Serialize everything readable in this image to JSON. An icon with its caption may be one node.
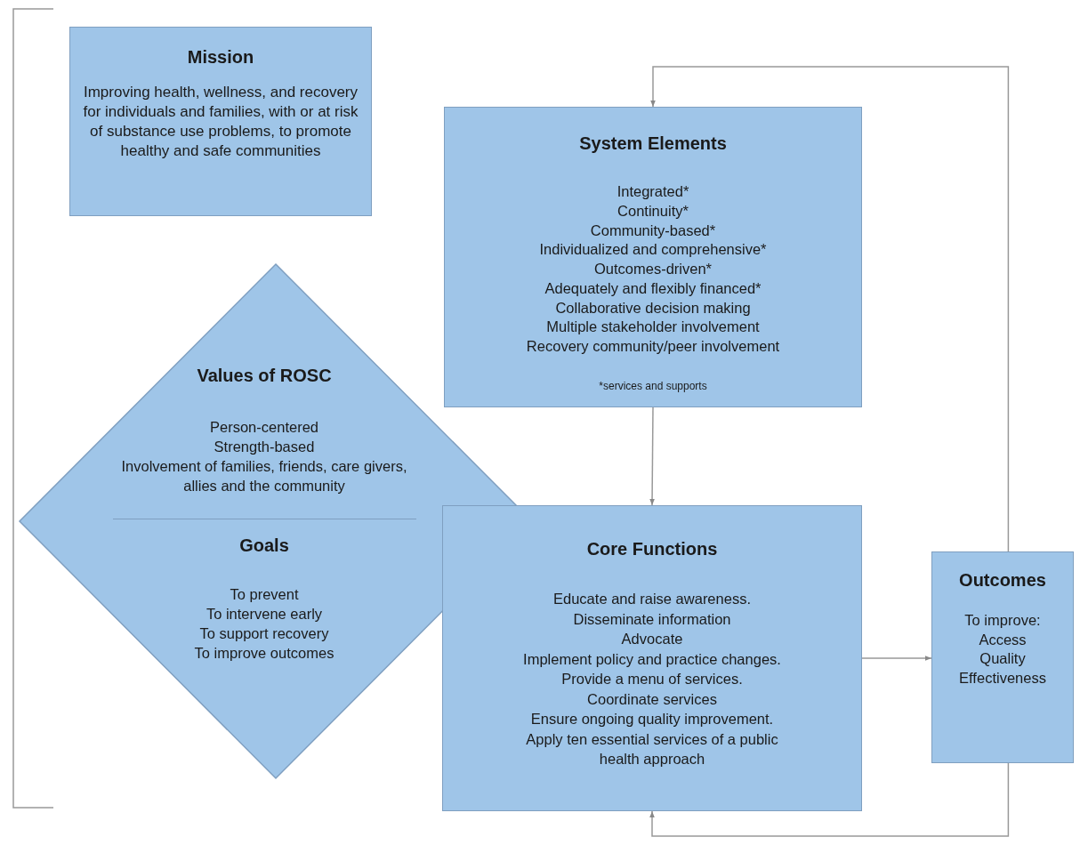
{
  "diagram": {
    "nodes": [
      {
        "text": [
          "Mission",
          "Improving health, wellness, and recovery for individuals and families, with or at risk of substance use problems, to promote healthy and safe communities"
        ]
      },
      {
        "text": [
          "System Elements",
          "Integrated*",
          "Continuity*",
          "Community-based*",
          "Individualized and comprehensive*",
          "Outcomes-driven*",
          "Adequately and flexibly financed*",
          "Collaborative decision making",
          "Multiple stakeholder involvement",
          "Recovery community/peer involvement",
          "*services and supports"
        ]
      },
      {
        "text": [
          "Values of ROSC",
          "Person-centered",
          "Strength-based",
          "Involvement of families, friends, care givers, allies and the community",
          "Goals",
          "To prevent",
          "To intervene early",
          "To support recovery",
          "To improve outcomes"
        ]
      },
      {
        "text": [
          "Core Functions",
          "Educate and raise awareness.",
          "Disseminate information",
          "Advocate",
          "Implement policy and practice changes.",
          "Provide a menu of services.",
          "Coordinate services",
          "Ensure ongoing quality improvement.",
          "Apply ten essential services of a public health approach"
        ]
      },
      {
        "text": [
          "Outcomes",
          "To improve:",
          "Access",
          "Quality",
          "Effectiveness"
        ]
      }
    ],
    "edges": [
      {
        "from": 4,
        "to": 1,
        "arrow": "to"
      },
      {
        "from": 1,
        "to": 3,
        "arrow": "to"
      },
      {
        "from": 3,
        "to": 4,
        "arrow": "to"
      },
      {
        "from": 4,
        "to": 3,
        "arrow": "to"
      }
    ]
  }
}
